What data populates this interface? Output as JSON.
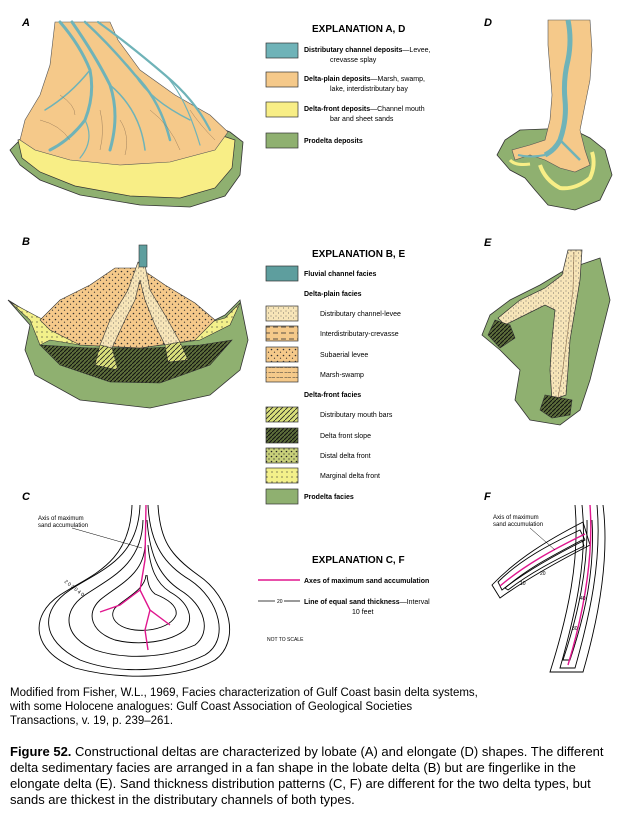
{
  "colors": {
    "channel": "#6fb3b8",
    "delta_plain": "#f5c98a",
    "delta_front": "#f8ee86",
    "prodelta": "#8fb070",
    "fluvial": "#5e9e9e",
    "iso": "#000000",
    "axis": "#e0168e"
  },
  "panels": {
    "A": "A",
    "B": "B",
    "C": "C",
    "D": "D",
    "E": "E",
    "F": "F"
  },
  "legend_ad": {
    "title": "EXPLANATION A, D",
    "items": [
      {
        "bold": "Distributary channel deposits",
        "rest": "—Levee,",
        "line2": "crevasse splay"
      },
      {
        "bold": "Delta-plain deposits",
        "rest": "—Marsh, swamp,",
        "line2": "lake, interdistributary bay"
      },
      {
        "bold": "Delta-front deposits",
        "rest": "—Channel mouth",
        "line2": "bar and sheet sands"
      },
      {
        "bold": "Prodelta deposits",
        "rest": "",
        "line2": ""
      }
    ]
  },
  "legend_be": {
    "title": "EXPLANATION B, E",
    "fluvial": "Fluvial channel facies",
    "plain_heading": "Delta-plain facies",
    "plain_items": [
      "Distributary channel-levee",
      "Interdistributary-crevasse",
      "Subaerial levee",
      "Marsh-swamp"
    ],
    "front_heading": "Delta-front facies",
    "front_items": [
      "Distributary mouth bars",
      "Delta front slope",
      "Distal delta front",
      "Marginal delta front"
    ],
    "prodelta": "Prodelta facies"
  },
  "legend_cf": {
    "title": "EXPLANATION C, F",
    "axes": "Axes of maximum sand accumulation",
    "line_bold": "Line of equal sand thickness",
    "line_rest": "—Interval",
    "line2": "10 feet",
    "line_marker": "20",
    "not_to_scale": "NOT TO SCALE"
  },
  "annotations": {
    "axis_label_line1": "Axis of maximum",
    "axis_label_line2": "sand accumulation",
    "c_contour_labels": "2 0 3 0 4 0",
    "f_contour_labels": [
      "10",
      "20",
      "30",
      "40"
    ]
  },
  "source_text": {
    "line1": "Modified from Fisher, W.L., 1969, Facies characterization of Gulf Coast basin delta systems,",
    "line2": "with some Holocene analogues: Gulf Coast Association of Geological Societies",
    "line3": "Transactions, v. 19, p. 239–261."
  },
  "figure_caption": {
    "label": "Figure 52.",
    "text": " Constructional deltas are characterized by lobate (A) and elongate (D) shapes. The different delta sedimentary facies are arranged in a fan shape in the lobate delta (B) but are fingerlike in the elongate delta (E). Sand thickness distribution patterns (C, F) are different for the two delta types, but sands are thickest in the distributary channels of both types."
  }
}
